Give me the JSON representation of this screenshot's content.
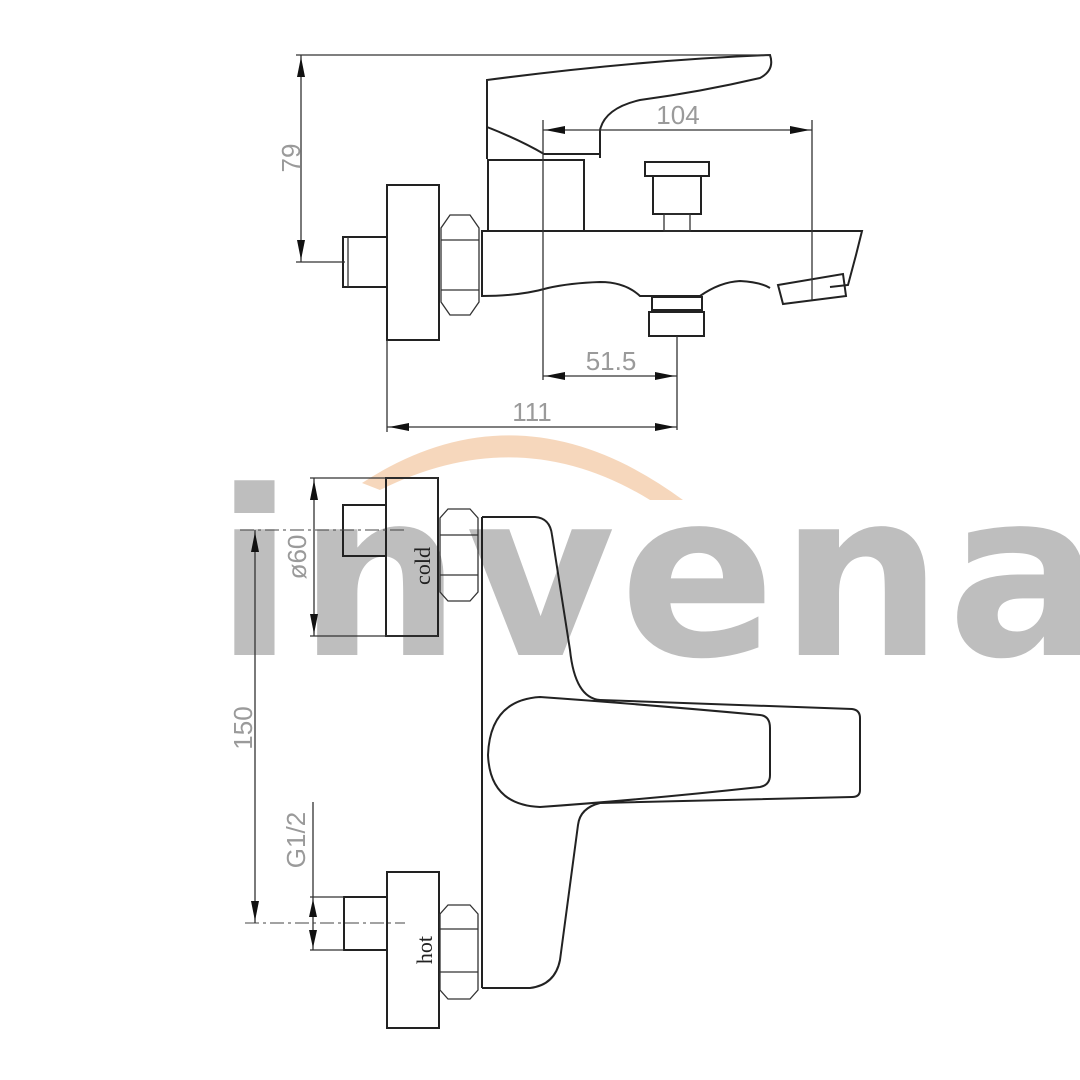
{
  "drawing": {
    "title": "Bath mixer technical drawing",
    "views": [
      "side-view",
      "front-view"
    ],
    "units": "mm"
  },
  "watermark": {
    "brand": "invena",
    "text_color": "#b9b9b9",
    "arc_color": "#f3c9a6"
  },
  "dimensions": {
    "height_top": "79",
    "spout_projection": "104",
    "outlet_offset": "51.5",
    "overall_depth": "111",
    "inlet_spacing": "150",
    "flange_diameter": "ø60",
    "thread": "G1/2"
  },
  "labels": {
    "cold": "cold",
    "hot": "hot"
  }
}
